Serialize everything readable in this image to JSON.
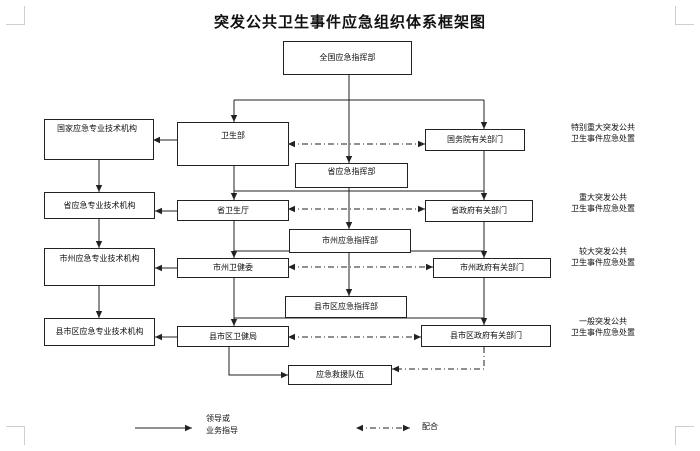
{
  "title": "突发公共卫生事件应急组织体系框架图",
  "boxes": {
    "national_command": "全国应急指挥部",
    "national_expert": "国家应急专业技术机构",
    "health_ministry": "卫生部",
    "state_council_depts": "国务院有关部门",
    "provincial_command": "省应急指挥部",
    "provincial_expert": "省应急专业技术机构",
    "provincial_health": "省卫生厅",
    "provincial_gov_depts": "省政府有关部门",
    "city_command": "市州应急指挥部",
    "city_expert": "市州应急专业技术机构",
    "city_health": "市州卫健委",
    "city_gov_depts": "市州政府有关部门",
    "county_command": "县市区应急指挥部",
    "county_expert": "县市区应急专业技术机构",
    "county_health": "县市区卫健局",
    "county_gov_depts": "县市区政府有关部门",
    "rescue_team": "应急救援队伍"
  },
  "levels": [
    {
      "line1": "特别重大突发公共",
      "line2": "卫生事件应急处置"
    },
    {
      "line1": "重大突发公共",
      "line2": "卫生事件应急处置"
    },
    {
      "line1": "较大突发公共",
      "line2": "卫生事件应急处置"
    },
    {
      "line1": "一般突发公共",
      "line2": "卫生事件应急处置"
    }
  ],
  "legend": {
    "lead_line1": "领导或",
    "lead_line2": "业务指导",
    "coord": "配合"
  },
  "colors": {
    "line": "#222222",
    "background": "#ffffff"
  }
}
